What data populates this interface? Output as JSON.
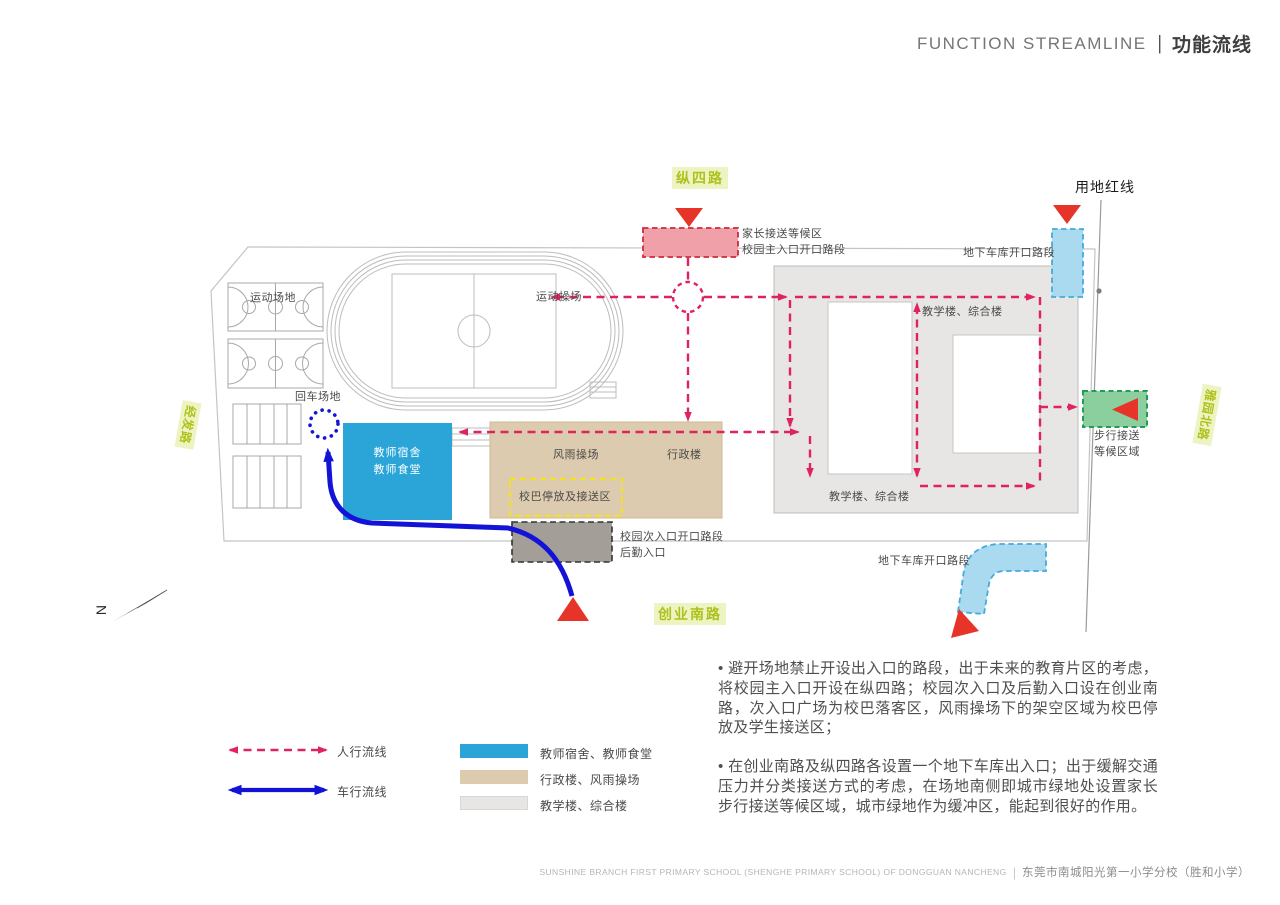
{
  "header": {
    "title_en": "FUNCTION STREAMLINE",
    "divider": "|",
    "title_zh": "功能流线"
  },
  "roads": {
    "north": "纵四路",
    "south": "创业南路",
    "west": "经发路",
    "east": "雅园北路",
    "boundary": "用地红线"
  },
  "plan": {
    "sports_ground": "运动场地",
    "sports_field": "运动操场",
    "turnaround": "回车场地",
    "dorm_line1": "教师宿舍",
    "dorm_line2": "教师食堂",
    "rain_playground": "风雨操场",
    "admin": "行政楼",
    "bus_zone": "校巴停放及接送区",
    "sec_entrance_line1": "校园次入口开口路段",
    "sec_entrance_line2": "后勤入口",
    "parent_wait": "家长接送等候区",
    "main_entrance": "校园主入口开口路段",
    "garage_north": "地下车库开口路段",
    "garage_south": "地下车库开口路段",
    "teaching_top": "教学楼、综合楼",
    "teaching_bottom": "教学楼、综合楼",
    "walk_line1": "步行接送",
    "walk_line2": "等候区域",
    "compass": "N"
  },
  "legend": {
    "pedestrian": "人行流线",
    "vehicle": "车行流线",
    "swatch_dorm": "教师宿舍、教师食堂",
    "swatch_admin": "行政楼、风雨操场",
    "swatch_teaching": "教学楼、综合楼",
    "colors": {
      "pedestrian": "#e0235f",
      "vehicle": "#1313d8",
      "dorm": "#2ba5d8",
      "admin": "#dccbae",
      "teaching": "#e7e6e4",
      "entry_arrow": "#e63429",
      "road_tag_text": "#aec11d",
      "garage_band": "#aadaf0",
      "walk_zone": "#8ccf9e"
    }
  },
  "notes": {
    "p1": "• 避开场地禁止开设出入口的路段，出于未来的教育片区的考虑，将校园主入口开设在纵四路；校园次入口及后勤入口设在创业南路，次入口广场为校巴落客区，风雨操场下的架空区域为校巴停放及学生接送区；",
    "p2": "• 在创业南路及纵四路各设置一个地下车库出入口；出于缓解交通压力并分类接送方式的考虑，在场地南侧即城市绿地处设置家长步行接送等候区域，城市绿地作为缓冲区，能起到很好的作用。"
  },
  "footer": {
    "en": "SUNSHINE BRANCH FIRST PRIMARY SCHOOL (SHENGHE PRIMARY SCHOOL) OF DONGGUAN NANCHENG",
    "divider": "|",
    "zh": "东莞市南城阳光第一小学分校（胜和小学）"
  }
}
